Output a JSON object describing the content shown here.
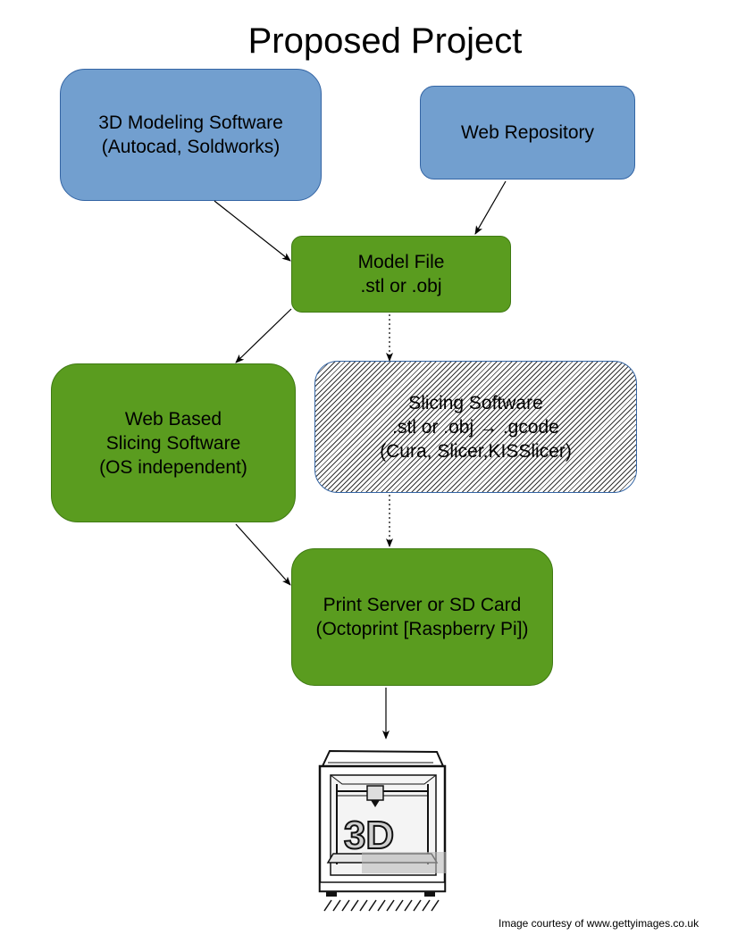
{
  "title": "Proposed Project",
  "nodes": {
    "modeling": {
      "line1": "3D Modeling Software",
      "line2": "(Autocad, Soldworks)"
    },
    "repository": {
      "line1": "Web Repository"
    },
    "model_file": {
      "line1": "Model File",
      "line2": ".stl or .obj"
    },
    "web_slicing": {
      "line1": "Web Based",
      "line2": "Slicing Software",
      "line3": "(OS independent)"
    },
    "slicing": {
      "line1": "Slicing Software",
      "line2": ".stl or .obj → .gcode",
      "line3": "(Cura, Slicer,KISSlicer)"
    },
    "print_server": {
      "line1": "Print Server or SD Card",
      "line2": "(Octoprint [Raspberry Pi])"
    }
  },
  "colors": {
    "blue_fill": "#729fcf",
    "green_fill": "#5a9c1f"
  },
  "printer_image": {
    "icon": "3d-printer-illustration-icon",
    "label": "3D"
  },
  "credit": "Image courtesy of www.gettyimages.co.uk"
}
